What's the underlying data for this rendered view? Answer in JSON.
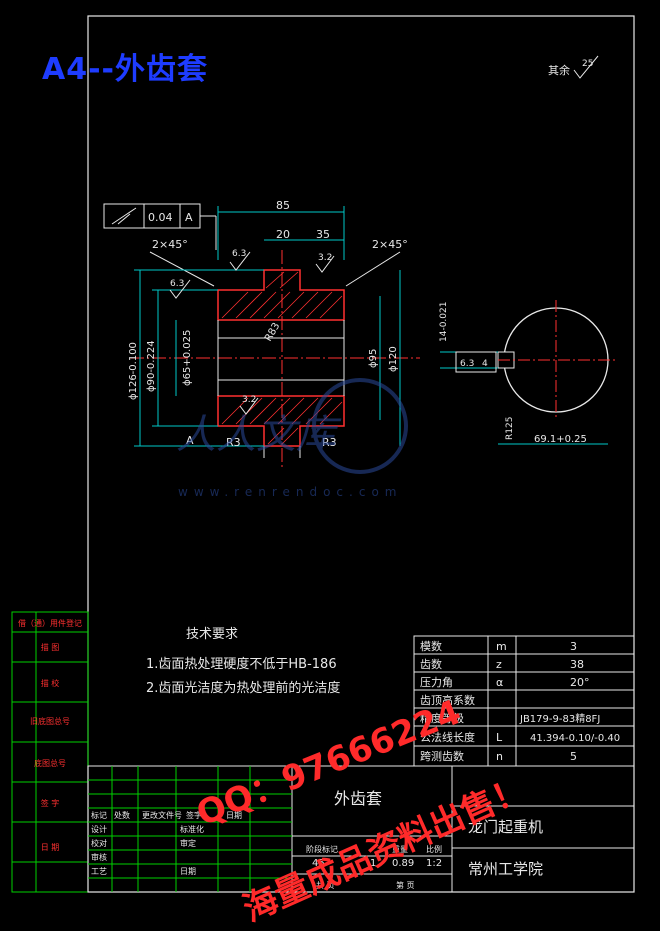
{
  "banner": {
    "title": "A4--外齿套"
  },
  "roughness_note": {
    "label": "其余",
    "value": "25"
  },
  "tolerance_frame": {
    "value": "0.04",
    "datum": "A"
  },
  "dims": {
    "d85": "85",
    "d20": "20",
    "d35": "35",
    "chamfer_left": "2×45°",
    "chamfer_right": "2×45°",
    "ra_63a": "6.3",
    "ra_63b": "6.3",
    "ra_32a": "3.2",
    "ra_32b": "3.2",
    "r83": "R83",
    "phi95": "ϕ95",
    "phi120": "ϕ120",
    "phi126": "ϕ126-0.100",
    "phi90": "ϕ90-0.224",
    "phi65": "ϕ65+0.025",
    "r3a": "R3",
    "r3b": "R3",
    "datum_a": "A",
    "keyway_14": "14-0.021",
    "keyway_63": "6.3",
    "keyway_4": "4",
    "r125": "R125",
    "dim_691": "69.1+0.25"
  },
  "tech_req": {
    "heading": "技术要求",
    "line1": "1.齿面热处理硬度不低于HB-186",
    "line2": "2.齿面光洁度为热处理前的光洁度"
  },
  "gear_table": {
    "rows": [
      {
        "name": "模数",
        "sym": "m",
        "val": "3"
      },
      {
        "name": "齿数",
        "sym": "z",
        "val": "38"
      },
      {
        "name": "压力角",
        "sym": "α",
        "val": "20°"
      },
      {
        "name": "齿顶高系数",
        "sym": "",
        "val": ""
      },
      {
        "name": "精度等级",
        "sym": "",
        "val": "JB179-9-83精8FJ"
      },
      {
        "name": "公法线长度",
        "sym": "L",
        "val": "41.394-0.10/-0.40"
      },
      {
        "name": "跨测齿数",
        "sym": "n",
        "val": "5"
      }
    ]
  },
  "left_strip": [
    "借（通）用件登记",
    "描 图",
    "描 校",
    "旧底图总号",
    "底图总号",
    "签 字",
    "日 期"
  ],
  "title_block": {
    "part_name": "外齿套",
    "project": "龙门起重机",
    "school": "常州工学院",
    "material": "45",
    "qty": "1",
    "weight": "0.89",
    "scale": "1:2",
    "labels": [
      "标记",
      "处数",
      "更改文件号",
      "签字",
      "日期",
      "设计",
      "标准化",
      "校对",
      "审定",
      "审核",
      "工艺",
      "日期",
      "阶段标记",
      "重量",
      "比例",
      "共 页",
      "第 页"
    ]
  },
  "watermark": {
    "site_text": "www.renrendoc.com",
    "logo_text": "人人文库",
    "qq": "QQ：97666224",
    "sale": "海量成品资料出售！"
  }
}
